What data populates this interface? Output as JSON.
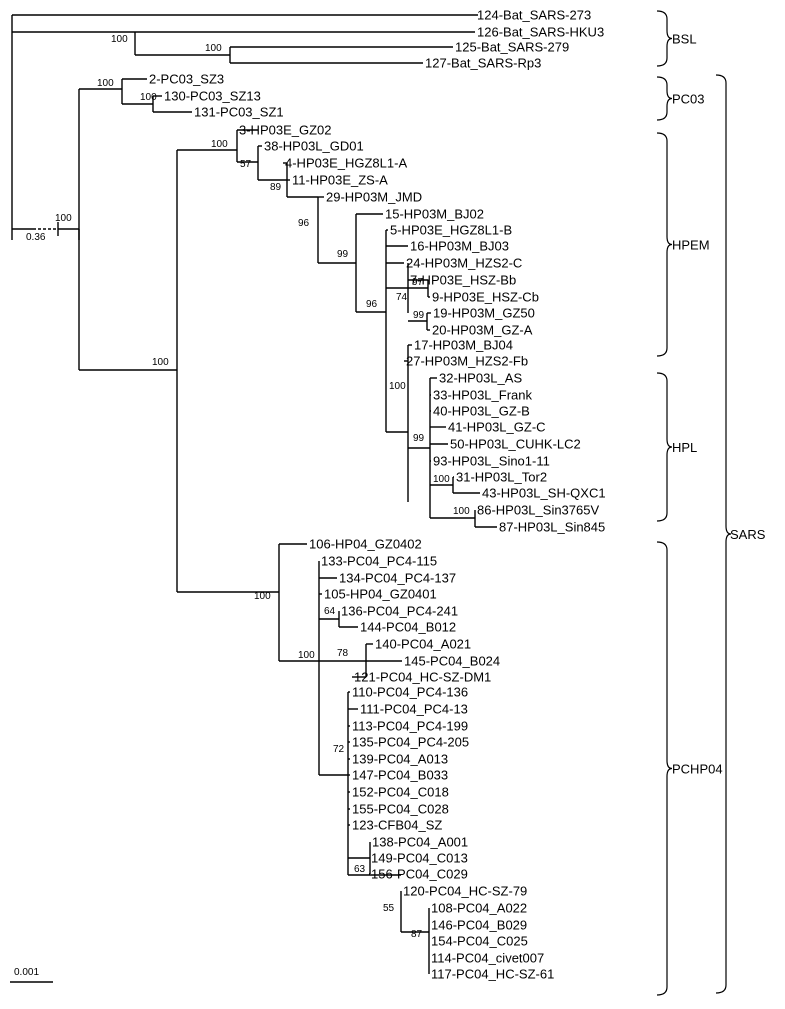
{
  "leaves": [
    {
      "id": "L124",
      "label": "124-Bat_SARS-273"
    },
    {
      "id": "L126",
      "label": "126-Bat_SARS-HKU3"
    },
    {
      "id": "L125",
      "label": "125-Bat_SARS-279"
    },
    {
      "id": "L127",
      "label": "127-Bat_SARS-Rp3"
    },
    {
      "id": "L2",
      "label": "2-PC03_SZ3"
    },
    {
      "id": "L130",
      "label": "130-PC03_SZ13"
    },
    {
      "id": "L131",
      "label": "131-PC03_SZ1"
    },
    {
      "id": "L3",
      "label": "3-HP03E_GZ02"
    },
    {
      "id": "L38",
      "label": "38-HP03L_GD01"
    },
    {
      "id": "L4",
      "label": "4-HP03E_HGZ8L1-A"
    },
    {
      "id": "L11",
      "label": "11-HP03E_ZS-A"
    },
    {
      "id": "L29",
      "label": "29-HP03M_JMD"
    },
    {
      "id": "L15",
      "label": "15-HP03M_BJ02"
    },
    {
      "id": "L5",
      "label": "5-HP03E_HGZ8L1-B"
    },
    {
      "id": "L16",
      "label": "16-HP03M_BJ03"
    },
    {
      "id": "L24",
      "label": "24-HP03M_HZS2-C"
    },
    {
      "id": "L7",
      "label": "7-HP03E_HSZ-Bb"
    },
    {
      "id": "L9",
      "label": "9-HP03E_HSZ-Cb"
    },
    {
      "id": "L19",
      "label": "19-HP03M_GZ50"
    },
    {
      "id": "L20",
      "label": "20-HP03M_GZ-A"
    },
    {
      "id": "L17",
      "label": "17-HP03M_BJ04"
    },
    {
      "id": "L27",
      "label": "27-HP03M_HZS2-Fb"
    },
    {
      "id": "L32",
      "label": "32-HP03L_AS"
    },
    {
      "id": "L33",
      "label": "33-HP03L_Frank"
    },
    {
      "id": "L40",
      "label": "40-HP03L_GZ-B"
    },
    {
      "id": "L41",
      "label": "41-HP03L_GZ-C"
    },
    {
      "id": "L50",
      "label": "50-HP03L_CUHK-LC2"
    },
    {
      "id": "L93",
      "label": "93-HP03L_Sino1-11"
    },
    {
      "id": "L31",
      "label": "31-HP03L_Tor2"
    },
    {
      "id": "L43",
      "label": "43-HP03L_SH-QXC1"
    },
    {
      "id": "L86",
      "label": "86-HP03L_Sin3765V"
    },
    {
      "id": "L87",
      "label": "87-HP03L_Sin845"
    },
    {
      "id": "L106",
      "label": "106-HP04_GZ0402"
    },
    {
      "id": "L133",
      "label": "133-PC04_PC4-115"
    },
    {
      "id": "L134",
      "label": "134-PC04_PC4-137"
    },
    {
      "id": "L105",
      "label": "105-HP04_GZ0401"
    },
    {
      "id": "L136",
      "label": "136-PC04_PC4-241"
    },
    {
      "id": "L144",
      "label": "144-PC04_B012"
    },
    {
      "id": "L140",
      "label": "140-PC04_A021"
    },
    {
      "id": "L145",
      "label": "145-PC04_B024"
    },
    {
      "id": "L121",
      "label": "121-PC04_HC-SZ-DM1"
    },
    {
      "id": "L110",
      "label": "110-PC04_PC4-136"
    },
    {
      "id": "L111",
      "label": "111-PC04_PC4-13"
    },
    {
      "id": "L113",
      "label": "113-PC04_PC4-199"
    },
    {
      "id": "L135",
      "label": "135-PC04_PC4-205"
    },
    {
      "id": "L139",
      "label": "139-PC04_A013"
    },
    {
      "id": "L147",
      "label": "147-PC04_B033"
    },
    {
      "id": "L152",
      "label": "152-PC04_C018"
    },
    {
      "id": "L155",
      "label": "155-PC04_C028"
    },
    {
      "id": "L123",
      "label": "123-CFB04_SZ"
    },
    {
      "id": "L138",
      "label": "138-PC04_A001"
    },
    {
      "id": "L149",
      "label": "149-PC04_C013"
    },
    {
      "id": "L156",
      "label": "156-PC04_C029"
    },
    {
      "id": "L120",
      "label": "120-PC04_HC-SZ-79"
    },
    {
      "id": "L108",
      "label": "108-PC04_A022"
    },
    {
      "id": "L146",
      "label": "146-PC04_B029"
    },
    {
      "id": "L154",
      "label": "154-PC04_C025"
    },
    {
      "id": "L114",
      "label": "114-PC04_civet007"
    },
    {
      "id": "L117",
      "label": "117-PC04_HC-SZ-61"
    }
  ],
  "bootstrap": [
    {
      "node": "nBSL",
      "value": "100"
    },
    {
      "node": "n125",
      "value": "100"
    },
    {
      "node": "nPC03",
      "value": "100"
    },
    {
      "node": "n130",
      "value": "100"
    },
    {
      "node": "nSARSroot",
      "value": "100"
    },
    {
      "node": "nHPEMroot",
      "value": "100"
    },
    {
      "node": "n38",
      "value": "57"
    },
    {
      "node": "n4",
      "value": "89"
    },
    {
      "node": "n29",
      "value": "96"
    },
    {
      "node": "n15",
      "value": "99"
    },
    {
      "node": "nE",
      "value": "96"
    },
    {
      "node": "nF",
      "value": "74"
    },
    {
      "node": "n7",
      "value": "97"
    },
    {
      "node": "n19",
      "value": "99"
    },
    {
      "node": "nHPL",
      "value": "100"
    },
    {
      "node": "n17x",
      "value": "99"
    },
    {
      "node": "n31",
      "value": "100"
    },
    {
      "node": "n86",
      "value": "100"
    },
    {
      "node": "nMain",
      "value": "100"
    },
    {
      "node": "nPC",
      "value": "100"
    },
    {
      "node": "n136",
      "value": "64"
    },
    {
      "node": "n140",
      "value": "78"
    },
    {
      "node": "nQ",
      "value": "72"
    },
    {
      "node": "n138",
      "value": "63"
    },
    {
      "node": "n120",
      "value": "55"
    },
    {
      "node": "n108",
      "value": "87"
    },
    {
      "node": "nRoot",
      "value": "100"
    }
  ],
  "groups": [
    {
      "name": "BSL",
      "label": "BSL"
    },
    {
      "name": "PC03",
      "label": "PC03"
    },
    {
      "name": "HPEM",
      "label": "HPEM"
    },
    {
      "name": "HPL",
      "label": "HPL"
    },
    {
      "name": "PCHP04",
      "label": "PCHP04"
    },
    {
      "name": "SARS",
      "label": "SARS"
    }
  ],
  "root_branch_label": "0.36",
  "scale_bar_label": "0.001"
}
